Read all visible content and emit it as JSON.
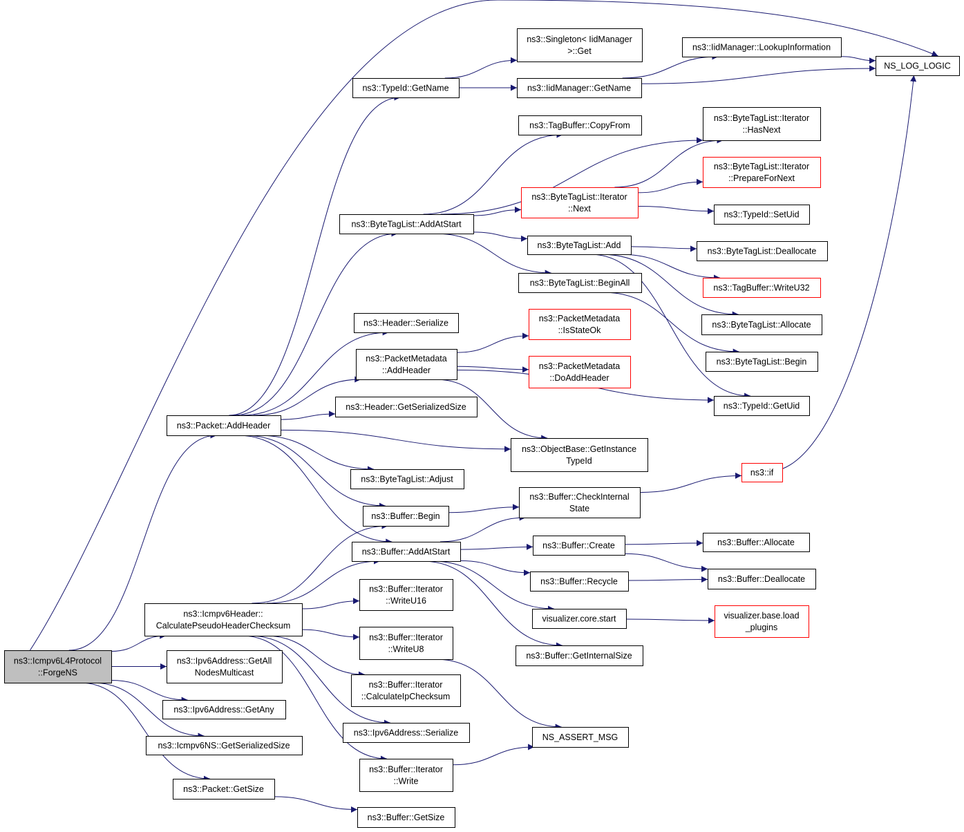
{
  "graph": {
    "root": "forge",
    "nodes": [
      {
        "id": "forge",
        "lines": [
          "ns3::Icmpv6L4Protocol",
          "::ForgeNS"
        ],
        "style": "root"
      },
      {
        "id": "add_header",
        "lines": [
          "ns3::Packet::AddHeader"
        ],
        "style": "normal"
      },
      {
        "id": "calc_pseudo",
        "lines": [
          "ns3::Icmpv6Header::",
          "CalculatePseudoHeaderChecksum"
        ],
        "style": "normal"
      },
      {
        "id": "get_all_nodes",
        "lines": [
          "ns3::Ipv6Address::GetAll",
          "NodesMulticast"
        ],
        "style": "normal"
      },
      {
        "id": "get_any",
        "lines": [
          "ns3::Ipv6Address::GetAny"
        ],
        "style": "normal"
      },
      {
        "id": "icmpv6ns_size",
        "lines": [
          "ns3::Icmpv6NS::GetSerializedSize"
        ],
        "style": "normal"
      },
      {
        "id": "packet_get_size",
        "lines": [
          "ns3::Packet::GetSize"
        ],
        "style": "normal"
      },
      {
        "id": "ns_log_logic",
        "lines": [
          "NS_LOG_LOGIC"
        ],
        "style": "normal"
      },
      {
        "id": "typeid_getname",
        "lines": [
          "ns3::TypeId::GetName"
        ],
        "style": "normal"
      },
      {
        "id": "singleton_get",
        "lines": [
          "ns3::Singleton< IidManager",
          ">::Get"
        ],
        "style": "normal"
      },
      {
        "id": "iid_getname",
        "lines": [
          "ns3::IidManager::GetName"
        ],
        "style": "normal"
      },
      {
        "id": "iid_lookup",
        "lines": [
          "ns3::IidManager::LookupInformation"
        ],
        "style": "normal"
      },
      {
        "id": "tagbuffer_copyfrom",
        "lines": [
          "ns3::TagBuffer::CopyFrom"
        ],
        "style": "normal"
      },
      {
        "id": "btl_it_hasnext",
        "lines": [
          "ns3::ByteTagList::Iterator",
          "::HasNext"
        ],
        "style": "normal"
      },
      {
        "id": "btl_it_prepare",
        "lines": [
          "ns3::ByteTagList::Iterator",
          "::PrepareForNext"
        ],
        "style": "red"
      },
      {
        "id": "btl_it_next",
        "lines": [
          "ns3::ByteTagList::Iterator",
          "::Next"
        ],
        "style": "red"
      },
      {
        "id": "typeid_setuid",
        "lines": [
          "ns3::TypeId::SetUid"
        ],
        "style": "normal"
      },
      {
        "id": "btl_addatstart",
        "lines": [
          "ns3::ByteTagList::AddAtStart"
        ],
        "style": "normal"
      },
      {
        "id": "btl_add",
        "lines": [
          "ns3::ByteTagList::Add"
        ],
        "style": "normal"
      },
      {
        "id": "btl_deallocate",
        "lines": [
          "ns3::ByteTagList::Deallocate"
        ],
        "style": "normal"
      },
      {
        "id": "btl_beginall",
        "lines": [
          "ns3::ByteTagList::BeginAll"
        ],
        "style": "normal"
      },
      {
        "id": "tagbuffer_writeu32",
        "lines": [
          "ns3::TagBuffer::WriteU32"
        ],
        "style": "red"
      },
      {
        "id": "btl_allocate",
        "lines": [
          "ns3::ByteTagList::Allocate"
        ],
        "style": "normal"
      },
      {
        "id": "btl_begin",
        "lines": [
          "ns3::ByteTagList::Begin"
        ],
        "style": "normal"
      },
      {
        "id": "header_serialize",
        "lines": [
          "ns3::Header::Serialize"
        ],
        "style": "normal"
      },
      {
        "id": "pm_isstateok",
        "lines": [
          "ns3::PacketMetadata",
          "::IsStateOk"
        ],
        "style": "red"
      },
      {
        "id": "pm_addheader",
        "lines": [
          "ns3::PacketMetadata",
          "::AddHeader"
        ],
        "style": "normal"
      },
      {
        "id": "pm_doaddheader",
        "lines": [
          "ns3::PacketMetadata",
          "::DoAddHeader"
        ],
        "style": "red"
      },
      {
        "id": "typeid_getuid",
        "lines": [
          "ns3::TypeId::GetUid"
        ],
        "style": "normal"
      },
      {
        "id": "header_getsize",
        "lines": [
          "ns3::Header::GetSerializedSize"
        ],
        "style": "normal"
      },
      {
        "id": "ob_getinstancetypeid",
        "lines": [
          "ns3::ObjectBase::GetInstance",
          "TypeId"
        ],
        "style": "normal"
      },
      {
        "id": "ns3_if",
        "lines": [
          "ns3::if"
        ],
        "style": "red"
      },
      {
        "id": "btl_adjust",
        "lines": [
          "ns3::ByteTagList::Adjust"
        ],
        "style": "normal"
      },
      {
        "id": "buffer_checkinternal",
        "lines": [
          "ns3::Buffer::CheckInternal",
          "State"
        ],
        "style": "normal"
      },
      {
        "id": "buffer_begin",
        "lines": [
          "ns3::Buffer::Begin"
        ],
        "style": "normal"
      },
      {
        "id": "buffer_addatstart",
        "lines": [
          "ns3::Buffer::AddAtStart"
        ],
        "style": "normal"
      },
      {
        "id": "buffer_create",
        "lines": [
          "ns3::Buffer::Create"
        ],
        "style": "normal"
      },
      {
        "id": "buffer_allocate",
        "lines": [
          "ns3::Buffer::Allocate"
        ],
        "style": "normal"
      },
      {
        "id": "buffer_recycle",
        "lines": [
          "ns3::Buffer::Recycle"
        ],
        "style": "normal"
      },
      {
        "id": "buffer_deallocate",
        "lines": [
          "ns3::Buffer::Deallocate"
        ],
        "style": "normal"
      },
      {
        "id": "buffer_it_writeu16",
        "lines": [
          "ns3::Buffer::Iterator",
          "::WriteU16"
        ],
        "style": "normal"
      },
      {
        "id": "viz_core_start",
        "lines": [
          "visualizer.core.start"
        ],
        "style": "normal"
      },
      {
        "id": "viz_base_load",
        "lines": [
          "visualizer.base.load",
          "_plugins"
        ],
        "style": "red"
      },
      {
        "id": "buffer_it_writeu8",
        "lines": [
          "ns3::Buffer::Iterator",
          "::WriteU8"
        ],
        "style": "normal"
      },
      {
        "id": "buffer_getinternalsize",
        "lines": [
          "ns3::Buffer::GetInternalSize"
        ],
        "style": "normal"
      },
      {
        "id": "buffer_it_calcip",
        "lines": [
          "ns3::Buffer::Iterator",
          "::CalculateIpChecksum"
        ],
        "style": "normal"
      },
      {
        "id": "ipv6_serialize",
        "lines": [
          "ns3::Ipv6Address::Serialize"
        ],
        "style": "normal"
      },
      {
        "id": "ns_assert_msg",
        "lines": [
          "NS_ASSERT_MSG"
        ],
        "style": "normal"
      },
      {
        "id": "buffer_it_write",
        "lines": [
          "ns3::Buffer::Iterator",
          "::Write"
        ],
        "style": "normal"
      },
      {
        "id": "buffer_getsize",
        "lines": [
          "ns3::Buffer::GetSize"
        ],
        "style": "normal"
      }
    ],
    "edges": [
      {
        "from": "forge",
        "to": "ns_log_logic"
      },
      {
        "from": "forge",
        "to": "add_header"
      },
      {
        "from": "forge",
        "to": "calc_pseudo"
      },
      {
        "from": "forge",
        "to": "get_all_nodes"
      },
      {
        "from": "forge",
        "to": "get_any"
      },
      {
        "from": "forge",
        "to": "icmpv6ns_size"
      },
      {
        "from": "forge",
        "to": "packet_get_size"
      },
      {
        "from": "add_header",
        "to": "typeid_getname"
      },
      {
        "from": "add_header",
        "to": "btl_addatstart"
      },
      {
        "from": "add_header",
        "to": "header_serialize"
      },
      {
        "from": "add_header",
        "to": "pm_addheader"
      },
      {
        "from": "add_header",
        "to": "header_getsize"
      },
      {
        "from": "add_header",
        "to": "ob_getinstancetypeid"
      },
      {
        "from": "add_header",
        "to": "btl_adjust"
      },
      {
        "from": "add_header",
        "to": "buffer_begin"
      },
      {
        "from": "add_header",
        "to": "buffer_addatstart"
      },
      {
        "from": "typeid_getname",
        "to": "singleton_get"
      },
      {
        "from": "typeid_getname",
        "to": "iid_getname"
      },
      {
        "from": "iid_getname",
        "to": "iid_lookup"
      },
      {
        "from": "iid_getname",
        "to": "ns_log_logic"
      },
      {
        "from": "iid_lookup",
        "to": "ns_log_logic"
      },
      {
        "from": "btl_addatstart",
        "to": "tagbuffer_copyfrom"
      },
      {
        "from": "btl_addatstart",
        "to": "btl_it_hasnext"
      },
      {
        "from": "btl_addatstart",
        "to": "btl_it_next"
      },
      {
        "from": "btl_addatstart",
        "to": "btl_add"
      },
      {
        "from": "btl_addatstart",
        "to": "btl_beginall"
      },
      {
        "from": "btl_it_next",
        "to": "btl_it_hasnext"
      },
      {
        "from": "btl_it_next",
        "to": "btl_it_prepare"
      },
      {
        "from": "btl_it_next",
        "to": "typeid_setuid"
      },
      {
        "from": "btl_add",
        "to": "btl_deallocate"
      },
      {
        "from": "btl_add",
        "to": "tagbuffer_writeu32"
      },
      {
        "from": "btl_add",
        "to": "btl_allocate"
      },
      {
        "from": "btl_add",
        "to": "typeid_getuid"
      },
      {
        "from": "btl_beginall",
        "to": "btl_begin"
      },
      {
        "from": "pm_addheader",
        "to": "pm_isstateok"
      },
      {
        "from": "pm_addheader",
        "to": "pm_doaddheader"
      },
      {
        "from": "pm_addheader",
        "to": "typeid_getuid"
      },
      {
        "from": "pm_addheader",
        "to": "ob_getinstancetypeid"
      },
      {
        "from": "buffer_begin",
        "to": "buffer_checkinternal"
      },
      {
        "from": "buffer_addatstart",
        "to": "buffer_checkinternal"
      },
      {
        "from": "buffer_addatstart",
        "to": "buffer_create"
      },
      {
        "from": "buffer_addatstart",
        "to": "buffer_recycle"
      },
      {
        "from": "buffer_addatstart",
        "to": "viz_core_start"
      },
      {
        "from": "buffer_addatstart",
        "to": "buffer_getinternalsize"
      },
      {
        "from": "buffer_checkinternal",
        "to": "ns3_if"
      },
      {
        "from": "ns3_if",
        "to": "ns_log_logic"
      },
      {
        "from": "buffer_create",
        "to": "buffer_allocate"
      },
      {
        "from": "buffer_create",
        "to": "buffer_deallocate"
      },
      {
        "from": "buffer_recycle",
        "to": "buffer_deallocate"
      },
      {
        "from": "viz_core_start",
        "to": "viz_base_load"
      },
      {
        "from": "calc_pseudo",
        "to": "buffer_begin"
      },
      {
        "from": "calc_pseudo",
        "to": "buffer_addatstart"
      },
      {
        "from": "calc_pseudo",
        "to": "buffer_it_writeu16"
      },
      {
        "from": "calc_pseudo",
        "to": "buffer_it_writeu8"
      },
      {
        "from": "calc_pseudo",
        "to": "buffer_it_calcip"
      },
      {
        "from": "calc_pseudo",
        "to": "ipv6_serialize"
      },
      {
        "from": "calc_pseudo",
        "to": "buffer_it_write"
      },
      {
        "from": "buffer_it_writeu8",
        "to": "ns_assert_msg"
      },
      {
        "from": "buffer_it_write",
        "to": "ns_assert_msg"
      },
      {
        "from": "packet_get_size",
        "to": "buffer_getsize"
      }
    ]
  }
}
